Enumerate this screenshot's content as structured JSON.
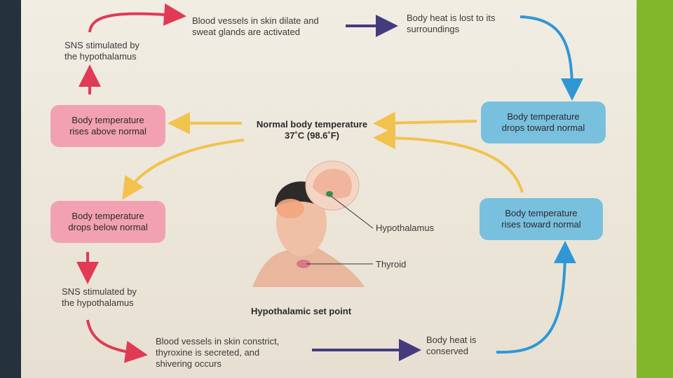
{
  "boxes": {
    "rises_above": "Body temperature\nrises above normal",
    "drops_below": "Body temperature\ndrops below normal",
    "drops_toward": "Body temperature\ndrops toward normal",
    "rises_toward": "Body temperature\nrises toward normal"
  },
  "labels": {
    "sns_top": "SNS stimulated by\nthe hypothalamus",
    "dilate": "Blood vessels in skin dilate and\nsweat glands are activated",
    "heat_lost": "Body heat is lost to its\nsurroundings",
    "normal_title": "Normal body temperature",
    "normal_value": "37˚C (98.6˚F)",
    "hypothalamus": "Hypothalamus",
    "thyroid": "Thyroid",
    "set_point": "Hypothalamic set point",
    "sns_bottom": "SNS stimulated by\nthe hypothalamus",
    "constrict": "Blood vessels in skin constrict,\nthyroxine is secreted, and\nshivering occurs",
    "heat_conserved": "Body heat is\nconserved"
  },
  "colors": {
    "red_arrow": "#e03a55",
    "yellow_arrow": "#f1c34e",
    "blue_arrow": "#2f97d6",
    "purple_arrow": "#463a7e",
    "pink_box": "#f2a1b2",
    "blue_box": "#79c0df",
    "left_bar": "#25323d",
    "right_bar": "#82b72b"
  }
}
